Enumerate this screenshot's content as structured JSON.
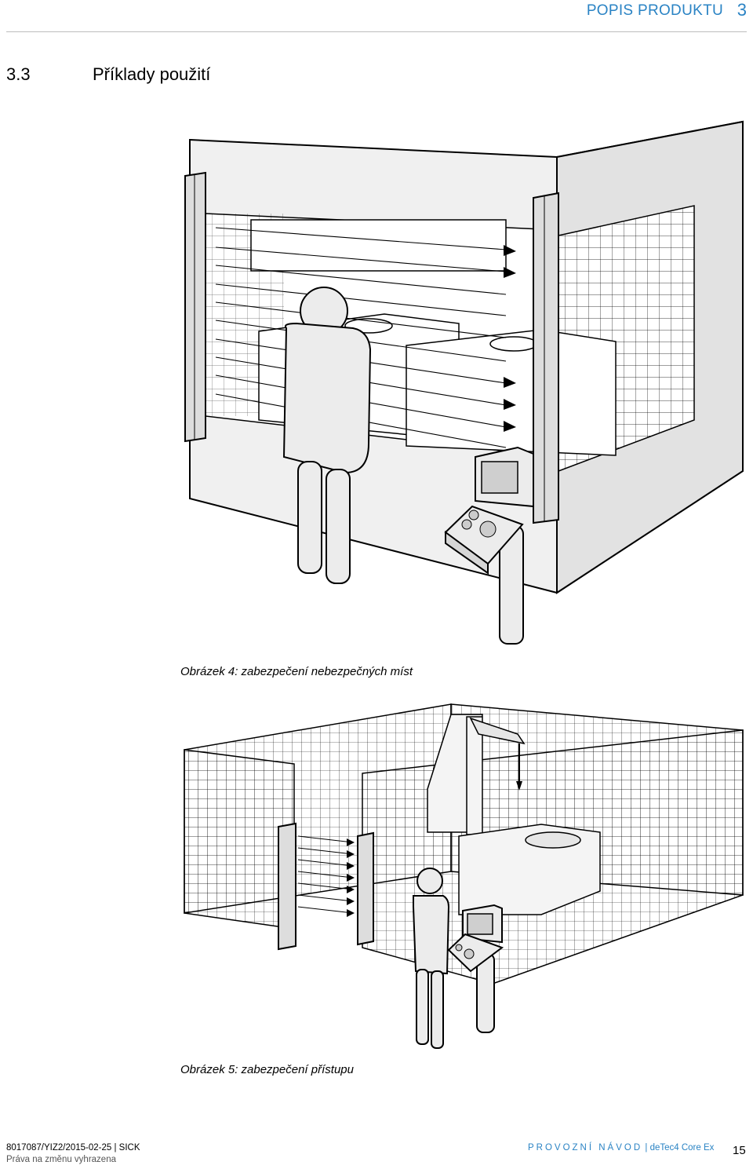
{
  "header": {
    "chapter_title": "POPIS PRODUKTU",
    "chapter_number": "3"
  },
  "section": {
    "number": "3.3",
    "title": "Příklady použití"
  },
  "figures": [
    {
      "caption": "Obrázek 4: zabezpečení nebezpečných míst"
    },
    {
      "caption": "Obrázek 5: zabezpečení přístupu"
    }
  ],
  "footer": {
    "doc_id": "8017087/YIZ2/2015-02-25 | SICK",
    "notice": "Práva na změnu vyhrazena",
    "doc_type": "PROVOZNÍ NÁVOD",
    "separator": "|",
    "product": "deTec4 Core Ex",
    "page_number": "15"
  }
}
